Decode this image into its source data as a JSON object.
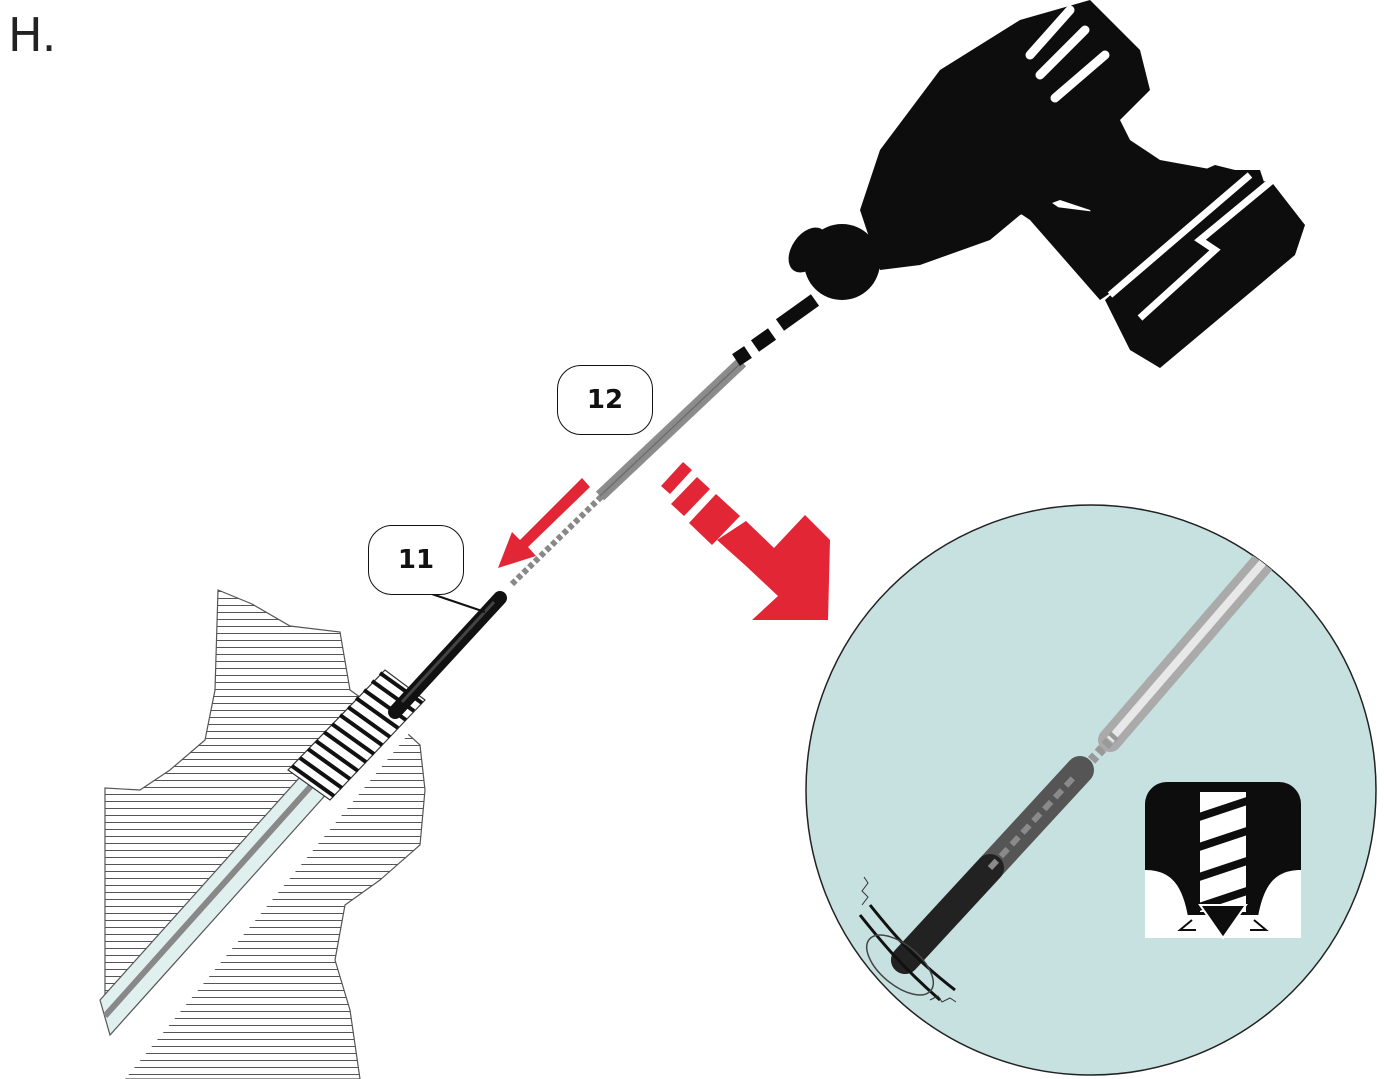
{
  "step_letter": "H.",
  "callouts": {
    "part_12": "12",
    "part_11": "11"
  },
  "colors": {
    "arrow_red": "#e32636",
    "detail_circle_fill": "#c7e1e0",
    "drill_black": "#0d0d0d",
    "hatch_line": "#555555",
    "tube_fill": "#dff0ee"
  },
  "icons": {
    "drill": "cordless-drill-icon",
    "screw_detail": "self-tapping-screw-icon"
  }
}
